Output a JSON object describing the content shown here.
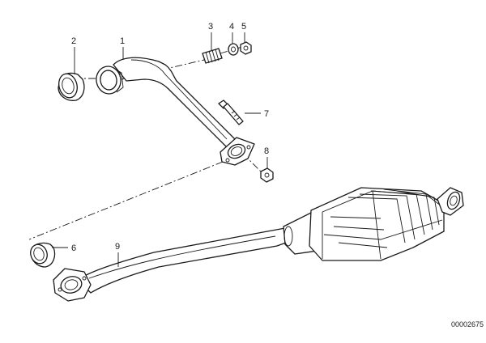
{
  "diagram": {
    "reference_number": "00002675",
    "callouts": [
      {
        "id": "c1",
        "label": "1"
      },
      {
        "id": "c2",
        "label": "2"
      },
      {
        "id": "c3",
        "label": "3"
      },
      {
        "id": "c4",
        "label": "4"
      },
      {
        "id": "c5",
        "label": "5"
      },
      {
        "id": "c6",
        "label": "6"
      },
      {
        "id": "c7",
        "label": "7"
      },
      {
        "id": "c8",
        "label": "8"
      },
      {
        "id": "c9",
        "label": "9"
      }
    ]
  }
}
